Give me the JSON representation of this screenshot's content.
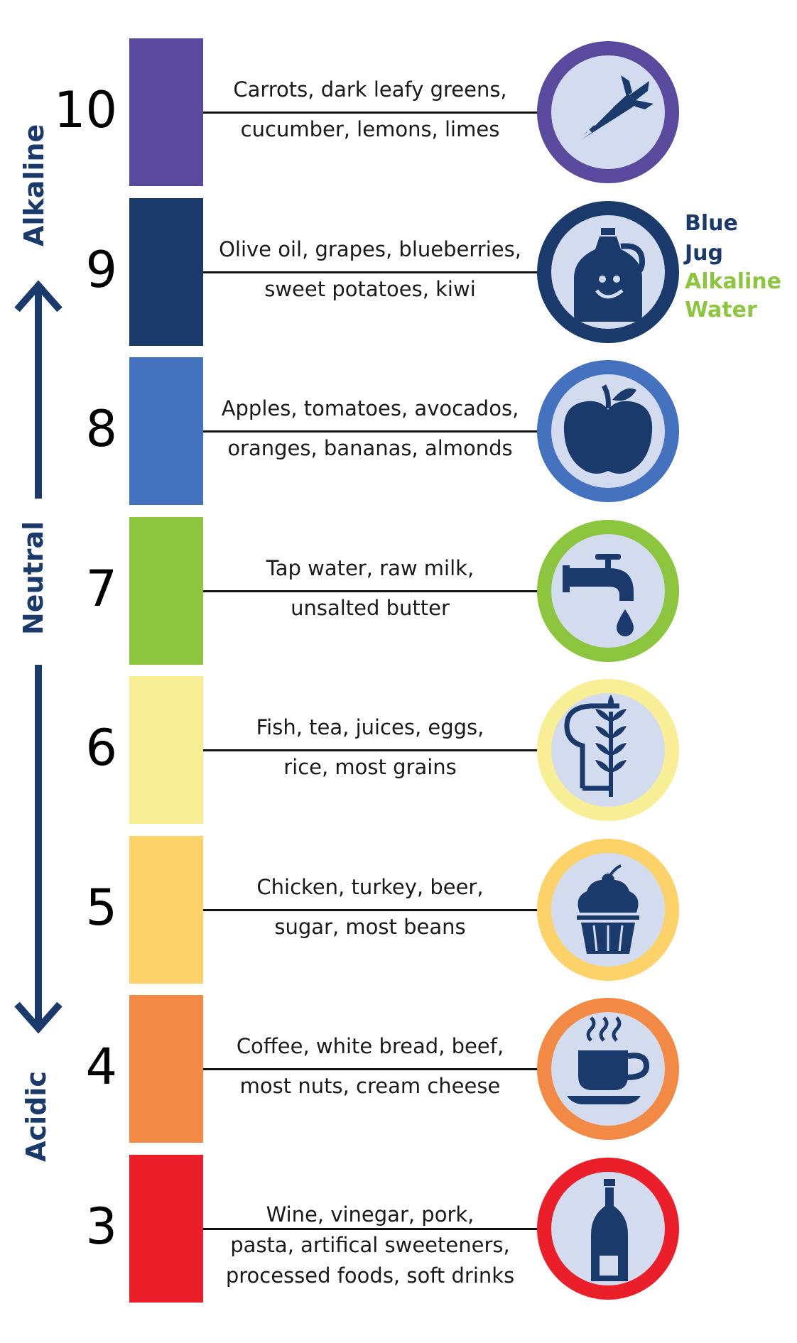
{
  "scale_labels": {
    "alkaline": "Alkaline",
    "neutral": "Neutral",
    "acidic": "Acidic"
  },
  "brand": {
    "line1": "Blue",
    "line2": "Jug",
    "line3": "Alkaline",
    "line4": "Water",
    "color_primary": "#1a3a6c",
    "color_accent": "#8cc63f"
  },
  "levels": [
    {
      "ph": "10",
      "color": "#5a4a9e",
      "lines": [
        "Carrots, dark leafy greens,",
        "cucumber, lemons, limes"
      ],
      "icon": "carrot-icon"
    },
    {
      "ph": "9",
      "color": "#1a3a6c",
      "lines": [
        "Olive oil, grapes, blueberries,",
        "sweet potatoes, kiwi"
      ],
      "icon": "water-jug-icon"
    },
    {
      "ph": "8",
      "color": "#4472bf",
      "lines": [
        "Apples, tomatoes, avocados,",
        "oranges, bananas, almonds"
      ],
      "icon": "apple-icon"
    },
    {
      "ph": "7",
      "color": "#8cc63f",
      "lines": [
        "Tap water, raw milk,",
        "unsalted butter"
      ],
      "icon": "faucet-icon"
    },
    {
      "ph": "6",
      "color": "#f7ee96",
      "lines": [
        "Fish, tea, juices, eggs,",
        "rice, most grains"
      ],
      "icon": "bread-grain-icon"
    },
    {
      "ph": "5",
      "color": "#fdd269",
      "lines": [
        "Chicken, turkey, beer,",
        "sugar, most beans"
      ],
      "icon": "cupcake-icon"
    },
    {
      "ph": "4",
      "color": "#f28a45",
      "lines": [
        "Coffee, white bread, beef,",
        "most nuts, cream cheese"
      ],
      "icon": "coffee-cup-icon"
    },
    {
      "ph": "3",
      "color": "#eb1f2a",
      "lines": [
        "Wine, vinegar, pork,",
        "pasta, artifical sweeteners,",
        "processed foods, soft drinks"
      ],
      "icon": "wine-bottle-icon"
    }
  ]
}
